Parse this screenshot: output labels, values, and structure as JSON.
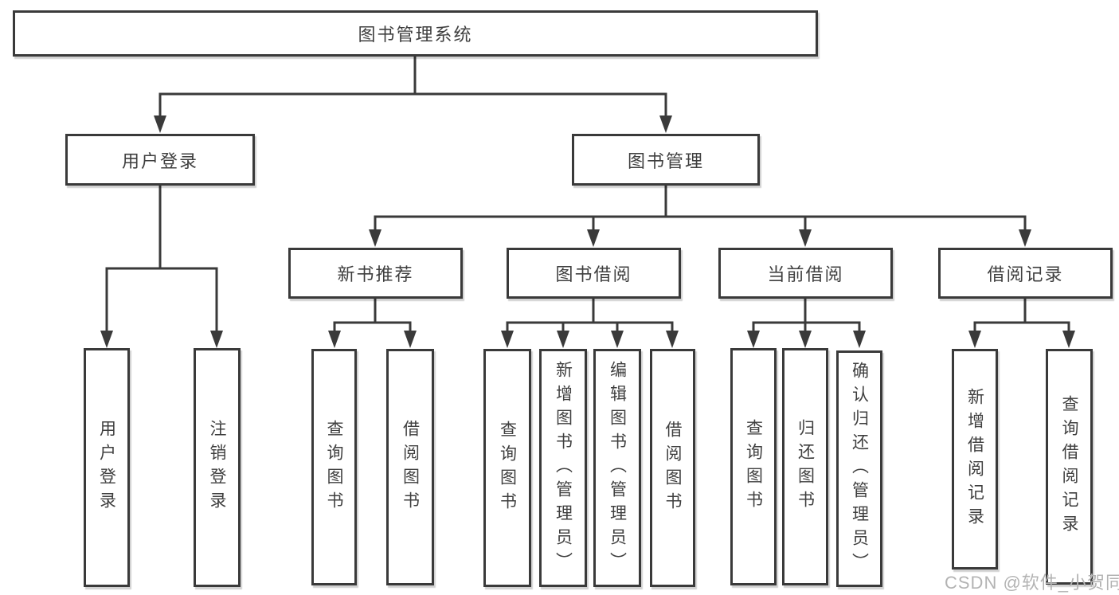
{
  "diagram": {
    "root": {
      "label": "图书管理系统"
    },
    "branches": [
      {
        "label": "用户登录",
        "children": [
          {
            "label": "用户登录"
          },
          {
            "label": "注销登录"
          }
        ]
      },
      {
        "label": "图书管理",
        "children": [
          {
            "label": "新书推荐",
            "children": [
              {
                "label": "查询图书"
              },
              {
                "label": "借阅图书"
              }
            ]
          },
          {
            "label": "图书借阅",
            "children": [
              {
                "label": "查询图书"
              },
              {
                "label": "新增图书（管理员）"
              },
              {
                "label": "编辑图书（管理员）"
              },
              {
                "label": "借阅图书"
              }
            ]
          },
          {
            "label": "当前借阅",
            "children": [
              {
                "label": "查询图书"
              },
              {
                "label": "归还图书"
              },
              {
                "label": "确认归还（管理员）"
              }
            ]
          },
          {
            "label": "借阅记录",
            "children": [
              {
                "label": "新增借阅记录"
              },
              {
                "label": "查询借阅记录"
              }
            ]
          }
        ]
      }
    ]
  },
  "watermark": {
    "text": "CSDN @软件_小贺同学"
  },
  "colors": {
    "line": "#3a3a3a",
    "text": "#3f3f3f",
    "background": "#ffffff",
    "watermark": "#b3b3b3"
  }
}
